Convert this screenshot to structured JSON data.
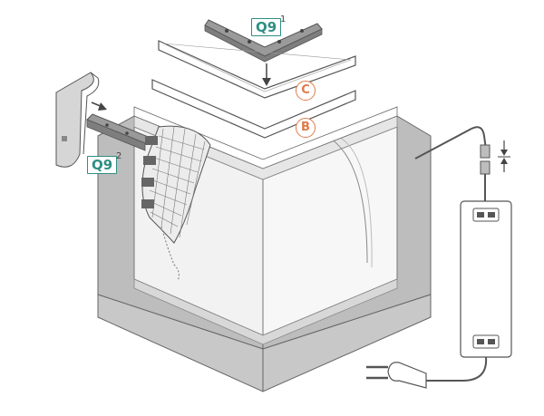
{
  "labels": {
    "q9_top": "Q9",
    "q9_top_index": "1",
    "q9_left": "Q9",
    "q9_left_index": "2",
    "cover_c": "C",
    "diffuser_b": "B"
  },
  "colors": {
    "accent_teal": "#2f8f83",
    "accent_orange": "#e07a4a",
    "wall_shadow": "#b9b9b9",
    "wall_face": "#f4f4f4",
    "line": "#555555"
  },
  "icons": [
    "corner-connector-icon",
    "end-cap-icon",
    "led-strip-icon",
    "power-supply-icon",
    "plug-icon",
    "arrow-icon"
  ]
}
